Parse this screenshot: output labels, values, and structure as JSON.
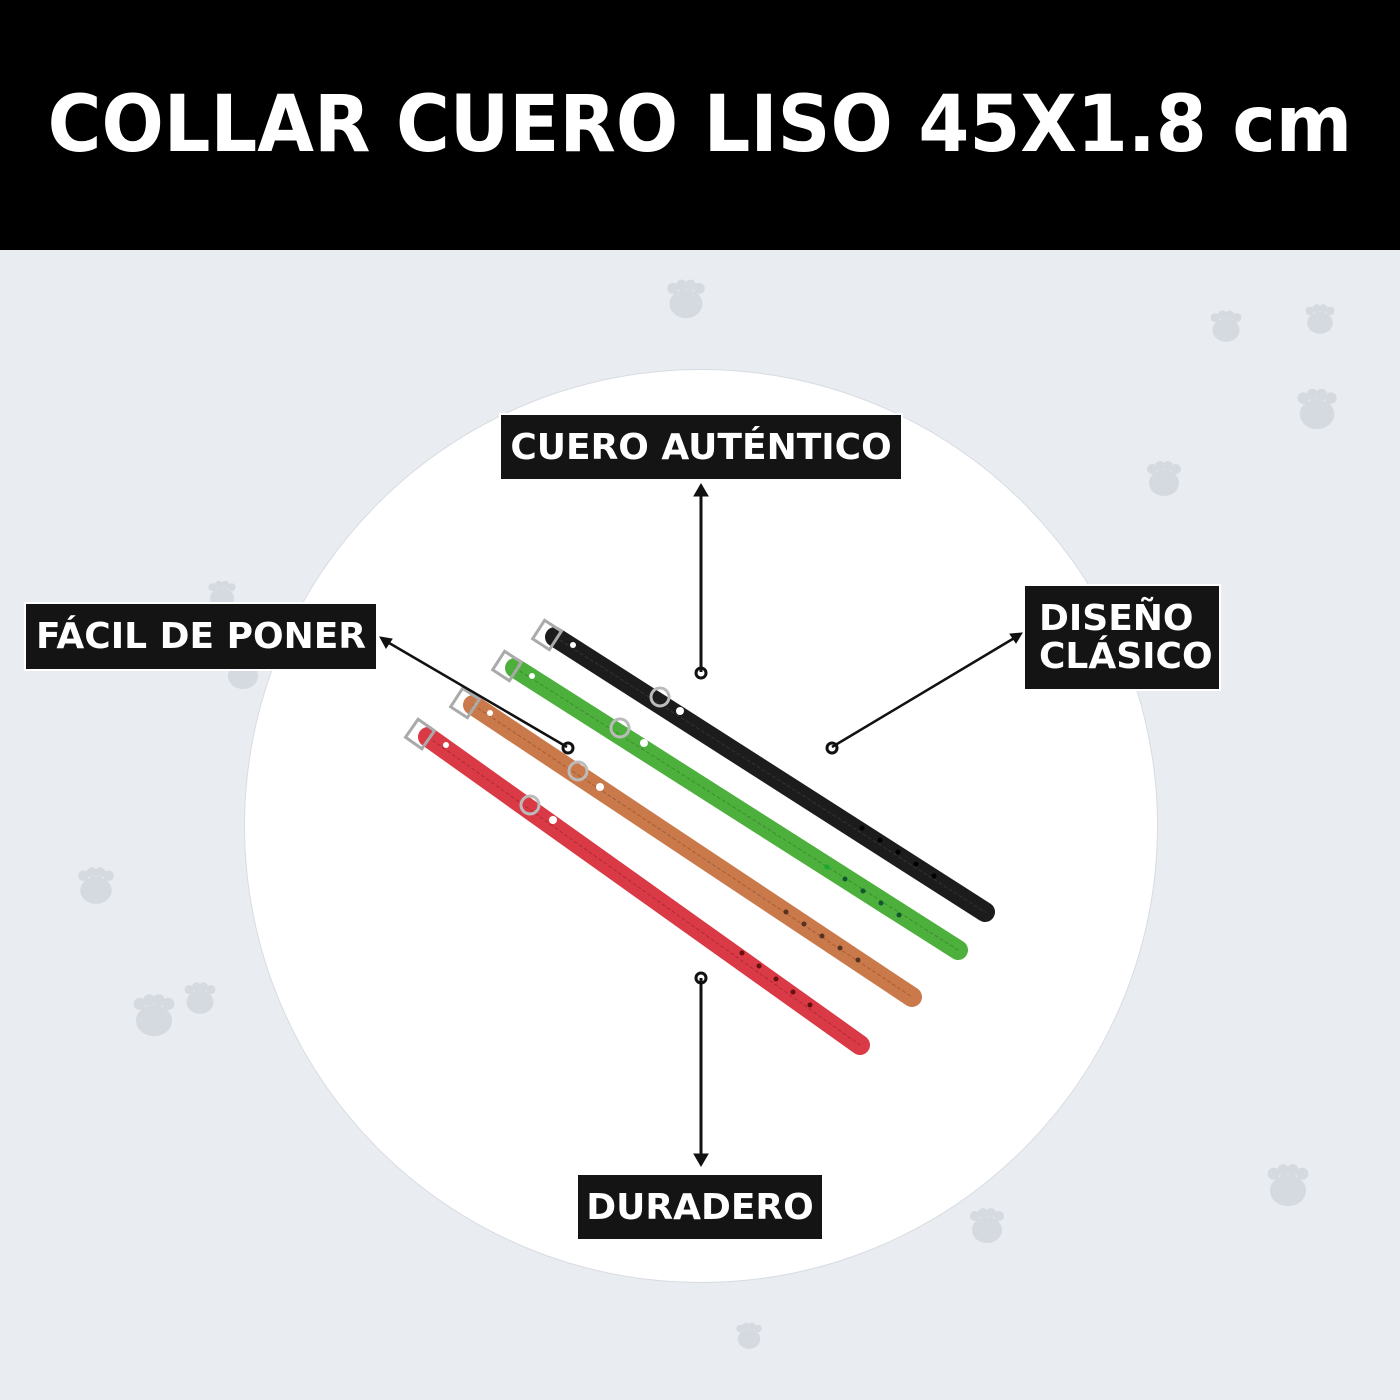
{
  "header": {
    "title": "COLLAR CUERO LISO 45X1.8 cm"
  },
  "features": {
    "top": "CUERO AUTÉNTICO",
    "left": "FÁCIL DE PONER",
    "right_line1": "DISEÑO",
    "right_line2": "CLÁSICO",
    "bottom": "DURADERO"
  },
  "product": {
    "collars": [
      {
        "color_name": "black",
        "color": "#1c1c1c"
      },
      {
        "color_name": "green",
        "color": "#4db03c"
      },
      {
        "color_name": "brown",
        "color": "#c9794a"
      },
      {
        "color_name": "red",
        "color": "#d93a45"
      }
    ]
  },
  "colors": {
    "header_bg": "#000000",
    "page_bg": "#e9edf2",
    "label_bg": "#141414",
    "paw": "#d5d9e0"
  }
}
